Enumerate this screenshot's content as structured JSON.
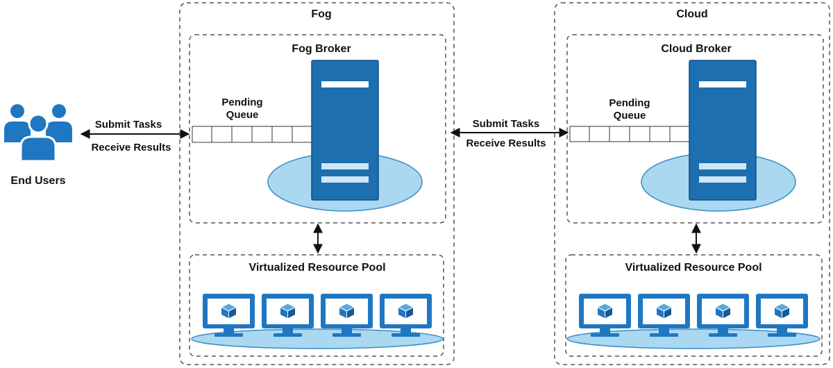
{
  "end_users": {
    "label": "End Users"
  },
  "links": {
    "users_fog": {
      "submit": "Submit Tasks",
      "receive": "Receive Results"
    },
    "fog_cloud": {
      "submit": "Submit Tasks",
      "receive": "Receive Results"
    }
  },
  "fog": {
    "title": "Fog",
    "broker": {
      "title": "Fog Broker",
      "queue_label_1": "Pending",
      "queue_label_2": "Queue"
    },
    "pool": {
      "title": "Virtualized Resource Pool",
      "vm_count": 4
    }
  },
  "cloud": {
    "title": "Cloud",
    "broker": {
      "title": "Cloud Broker",
      "queue_label_1": "Pending",
      "queue_label_2": "Queue"
    },
    "pool": {
      "title": "Virtualized Resource Pool",
      "vm_count": 4
    }
  },
  "colors": {
    "server_blue": "#1d6fb0",
    "server_border": "#0f4f87",
    "ellipse_fill": "#a9d8f0",
    "ellipse_stroke": "#3a8cc4",
    "dash_border": "#555555",
    "icon_blue": "#1f77c2"
  },
  "icons": {
    "users": "users-icon",
    "server": "server-icon",
    "vm": "virtual-machine-monitor-icon"
  }
}
